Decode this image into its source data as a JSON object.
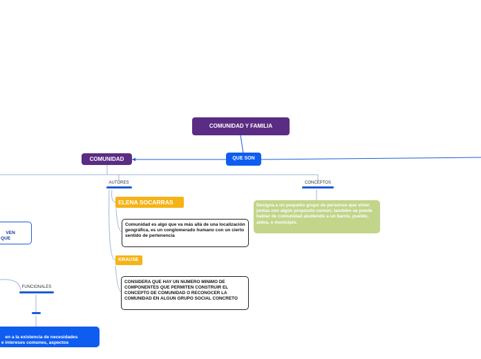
{
  "colors": {
    "purple": "#5b2c83",
    "blue": "#0f5cf0",
    "orange": "#f5b315",
    "green": "#c2d58a",
    "link": "#1a5ad8"
  },
  "nodes": {
    "root": "COMUNIDAD Y FAMILIA",
    "que_son": "QUE SON",
    "comunidad": "COMUNIDAD",
    "autores": "AUTORES",
    "conceptos": "CONCEPTOS",
    "elena": "ELENA SOCARRAS",
    "elena_desc": "Comunidad es algo que va más allá de una localización geográfica, es un conglomerado humano con un cierto sentido de pertenencia",
    "krause": "KRAUSE",
    "krause_desc": "CONSIDERA QUE HAY UN NUMERO MINIMO DE COMPONENTES QUE PERMITEN CONSTRUIR EL CONCEPTO DE COMUNIDAD O RECONOCER LA COMUNIDAD EN ALGUN GRUPO SOCIAL CONCRETO",
    "concepto_desc": "Designa a un pequeño grupo de personas que viven juntas con algún propósito común; también se puede hablar de comunidad aludiendo a un barrio, pueblo, aldea, o municipio.",
    "left_partial": "VEN\nQUE",
    "funcionales": "FUNCIONALES",
    "bottom_partial": "en a la existencia de necesidades\n e intereses comunes, aspectos\ntes"
  }
}
